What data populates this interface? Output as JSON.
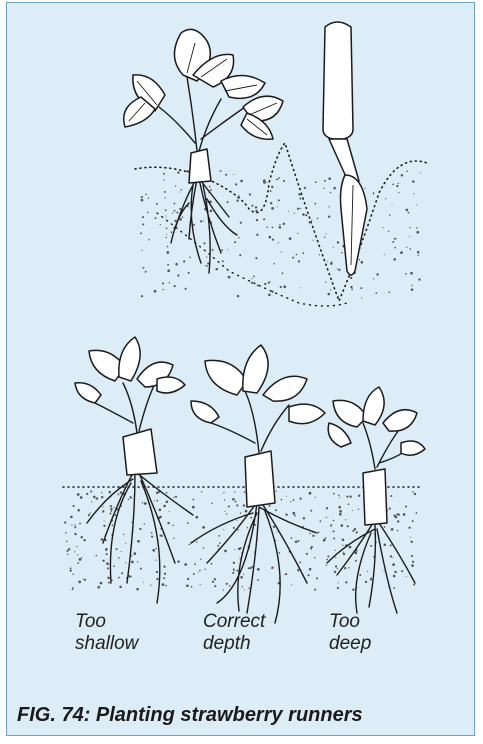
{
  "figure": {
    "caption": "FIG. 74: Planting strawberry runners",
    "labels": {
      "too_shallow": "Too\nshallow",
      "correct_depth": "Correct\ndepth",
      "too_deep": "Too\ndeep"
    },
    "colors": {
      "panel_background": "#dcedf7",
      "panel_border": "#6fa3c7",
      "ink": "#1b1b1b"
    }
  }
}
